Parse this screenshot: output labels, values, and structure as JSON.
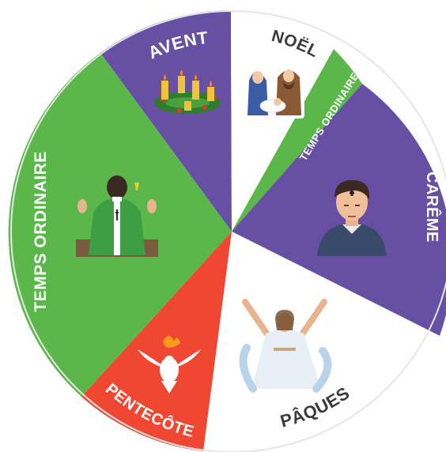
{
  "wheel": {
    "title": "",
    "colors": {
      "green": "#5cb74a",
      "purple": "#6750a4",
      "white": "#ffffff",
      "red": "#ef4732",
      "dark_text": "#3b3b3b",
      "outline": "#e6e6e6"
    },
    "segments": [
      {
        "id": "avent",
        "label": "AVENT",
        "color": "#6750a4",
        "text_dark": false,
        "icon": "advent-wreath-icon"
      },
      {
        "id": "noel",
        "label": "NOËL",
        "color": "#ffffff",
        "text_dark": true,
        "icon": "nativity-icon"
      },
      {
        "id": "temps-ordinaire-1",
        "label": "TEMPS ORDINAIRE",
        "color": "#5cb74a",
        "text_dark": false,
        "icon": ""
      },
      {
        "id": "careme",
        "label": "CARÊME",
        "color": "#6750a4",
        "text_dark": false,
        "icon": "ash-wednesday-man-icon"
      },
      {
        "id": "paques",
        "label": "PÂQUES",
        "color": "#ffffff",
        "text_dark": true,
        "icon": "risen-christ-icon"
      },
      {
        "id": "pentecote",
        "label": "PENTECÔTE",
        "color": "#ef4732",
        "text_dark": false,
        "icon": "holy-spirit-dove-icon"
      },
      {
        "id": "temps-ordinaire-2",
        "label": "TEMPS ORDINAIRE",
        "color": "#5cb74a",
        "text_dark": false,
        "icon": "priest-at-altar-icon"
      }
    ]
  }
}
